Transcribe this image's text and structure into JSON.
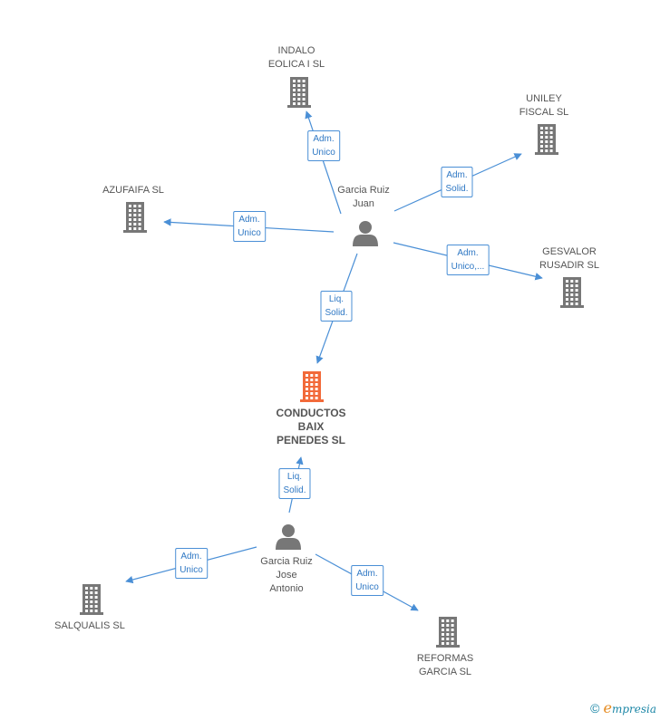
{
  "colors": {
    "edge": "#4a8fd6",
    "building": "#777777",
    "main_building": "#f26a3a",
    "person": "#777777",
    "text": "#555555"
  },
  "nodes": [
    {
      "id": "main",
      "type": "company",
      "main": true,
      "lines": [
        "CONDUCTOS",
        "BAIX",
        "PENEDES SL"
      ]
    },
    {
      "id": "p1",
      "type": "person",
      "lines": [
        "Garcia Ruiz",
        "Juan"
      ]
    },
    {
      "id": "p2",
      "type": "person",
      "lines": [
        "Garcia Ruiz",
        "Jose",
        "Antonio"
      ]
    },
    {
      "id": "indalo",
      "type": "company",
      "lines": [
        "INDALO",
        "EOLICA I SL"
      ]
    },
    {
      "id": "uniley",
      "type": "company",
      "lines": [
        "UNILEY",
        "FISCAL SL"
      ]
    },
    {
      "id": "azufaifa",
      "type": "company",
      "lines": [
        "AZUFAIFA SL"
      ]
    },
    {
      "id": "gesvalor",
      "type": "company",
      "lines": [
        "GESVALOR",
        "RUSADIR SL"
      ]
    },
    {
      "id": "salqualis",
      "type": "company",
      "lines": [
        "SALQUALIS SL"
      ]
    },
    {
      "id": "reformas",
      "type": "company",
      "lines": [
        "REFORMAS",
        "GARCIA SL"
      ]
    }
  ],
  "edges": [
    {
      "from": "p1",
      "to": "indalo",
      "lines": [
        "Adm.",
        "Unico"
      ]
    },
    {
      "from": "p1",
      "to": "uniley",
      "lines": [
        "Adm.",
        "Solid."
      ]
    },
    {
      "from": "p1",
      "to": "azufaifa",
      "lines": [
        "Adm.",
        "Unico"
      ]
    },
    {
      "from": "p1",
      "to": "gesvalor",
      "lines": [
        "Adm.",
        "Unico,..."
      ]
    },
    {
      "from": "p1",
      "to": "main",
      "lines": [
        "Liq.",
        "Solid."
      ]
    },
    {
      "from": "p2",
      "to": "main",
      "lines": [
        "Liq.",
        "Solid."
      ]
    },
    {
      "from": "p2",
      "to": "salqualis",
      "lines": [
        "Adm.",
        "Unico"
      ]
    },
    {
      "from": "p2",
      "to": "reformas",
      "lines": [
        "Adm.",
        "Unico"
      ]
    }
  ],
  "footer": {
    "symbol": "©",
    "brand_initial": "e",
    "brand_rest": "mpresia"
  }
}
